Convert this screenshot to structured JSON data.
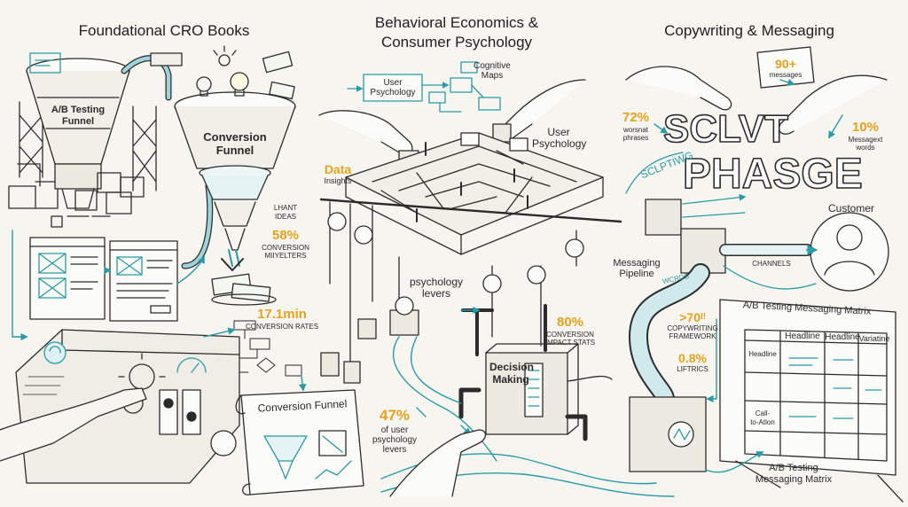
{
  "headings": {
    "left": "Foundational CRO Books",
    "middle_line1": "Behavioral Economics &",
    "middle_line2": "Consumer Psychology",
    "right": "Copywriting & Messaging"
  },
  "left_panel": {
    "ab_funnel": [
      "A/B Testing",
      "Funnel"
    ],
    "conversion_funnel": [
      "Conversion",
      "Funnel"
    ],
    "ideas": [
      "LHANT",
      "IDEAS"
    ],
    "stat1_value": "58%",
    "stat1_label": [
      "CONVERSION",
      "MIIYELTERS"
    ],
    "stat2_value": "17.1min",
    "stat2_label": "CONVERSION RATES",
    "scroll_title": "Conversion Funnel"
  },
  "middle_panel": {
    "box_user_psych": [
      "User",
      "Psychology"
    ],
    "cognitive_maps": [
      "Cognitive",
      "Maps"
    ],
    "user_psychology": [
      "User",
      "Psychology"
    ],
    "data_insights": [
      "Data",
      "Insights"
    ],
    "psychology_levers": [
      "psychology",
      "levers"
    ],
    "stat1_value": "80%",
    "stat1_label": [
      "CONVERSION",
      "IMPACT STATS"
    ],
    "decision_making": [
      "Decision",
      "Making"
    ],
    "stat2_value": "47%",
    "stat2_label": [
      "of user",
      "psychology",
      "levers"
    ]
  },
  "right_panel": {
    "msgs_value": "90+",
    "msgs_label": "messages",
    "stat72_value": "72%",
    "stat72_label": [
      "worsnat",
      "phrases"
    ],
    "stat10_value": "10%",
    "stat10_label": [
      "Messagext",
      "words"
    ],
    "big_word1": "SCLVT",
    "big_word2": "PHASGE",
    "curved_word": "SCLPTIWG",
    "customer": "Customer",
    "channels": "CHANNELS",
    "messaging_pipeline": [
      "Messaging",
      "Pipeline"
    ],
    "words": "WCRDS",
    "stat70_value": ">70",
    "stat70_suffix": "I!",
    "stat70_label": [
      "COPYWRITING",
      "FRAMEWORK"
    ],
    "stat08_value": "0.8%",
    "stat08_label": "LIFTRICS",
    "matrix_title": "A/B Testing Messaging Matrix",
    "matrix_cols": [
      "Headline",
      "Headline",
      "Variatine"
    ],
    "matrix_rows": [
      "Headline",
      "Call-",
      "to-Atlon"
    ],
    "bottom_label": [
      "A/B Testing",
      "Messaging Matrix"
    ]
  },
  "colors": {
    "teal": "#2a9aa6",
    "gold": "#e8a21c",
    "ink": "#2b2b2b",
    "paper": "#f7f5f0"
  }
}
